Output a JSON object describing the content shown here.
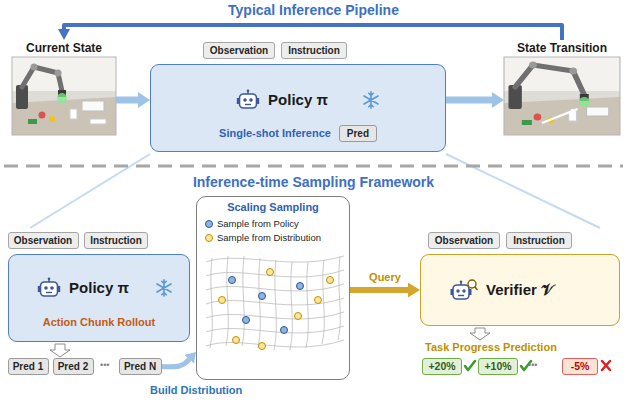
{
  "diagram": {
    "title": "Typical Inference Pipeline",
    "nodes": [
      {
        "text": [
          "Current State"
        ]
      },
      {
        "text": [
          "Observation"
        ]
      },
      {
        "text": [
          "Instruction"
        ]
      },
      {
        "text": [
          "Policy π",
          "Single-shot Inference"
        ]
      },
      {
        "text": [
          "Pred"
        ],
        "in": 3
      },
      {
        "text": [
          "State Transition"
        ]
      },
      {
        "text": [
          "Observation"
        ]
      },
      {
        "text": [
          "Instruction"
        ]
      },
      {
        "text": [
          "Policy π",
          "Action Chunk Rollout"
        ]
      },
      {
        "text": [
          "Pred 1"
        ]
      },
      {
        "text": [
          "Pred 2"
        ]
      },
      {
        "text": [
          "Pred N"
        ]
      },
      {
        "text": [
          "Scaling Sampling"
        ]
      },
      {
        "text": [
          "Observation"
        ]
      },
      {
        "text": [
          "Instruction"
        ]
      },
      {
        "text": [
          "Verifier 𝒱"
        ]
      },
      {
        "text": [
          "+20%"
        ]
      },
      {
        "text": [
          "+10%"
        ]
      },
      {
        "text": [
          "-5%"
        ]
      }
    ],
    "edges": [
      {
        "from": 0,
        "to": 3,
        "arrow": "to"
      },
      {
        "from": 3,
        "to": 5,
        "arrow": "to"
      },
      {
        "from": 5,
        "to": 0,
        "arrow": "to"
      },
      {
        "from": 11,
        "to": 12,
        "arrow": "to",
        "label": "Build Distribution"
      },
      {
        "from": 12,
        "to": 15,
        "arrow": "to",
        "label": "Query"
      }
    ],
    "labels": [
      "Inference-time Sampling Framework",
      "•••",
      "Task Progress Prediction",
      "•••"
    ],
    "legend": [
      {
        "text": "Sample from Policy",
        "color": "#8eb4e3"
      },
      {
        "text": "Sample from Distribution",
        "color": "#ffe699"
      }
    ]
  }
}
